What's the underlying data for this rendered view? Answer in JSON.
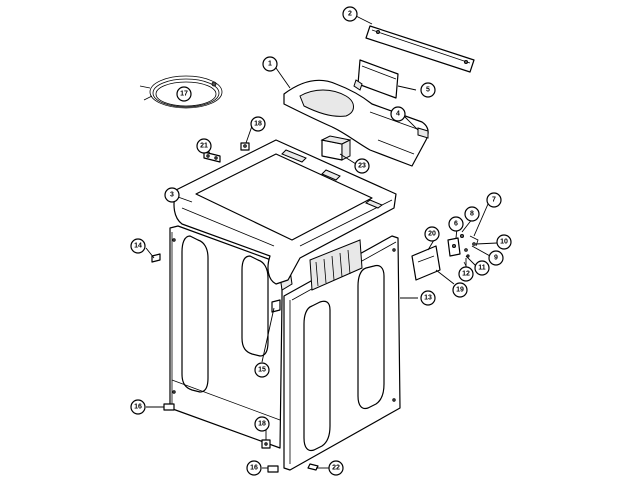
{
  "callouts": [
    {
      "id": "c1",
      "label": "1"
    },
    {
      "id": "c2",
      "label": "2"
    },
    {
      "id": "c3",
      "label": "3"
    },
    {
      "id": "c4",
      "label": "4"
    },
    {
      "id": "c5",
      "label": "5"
    },
    {
      "id": "c6",
      "label": "6"
    },
    {
      "id": "c7",
      "label": "7"
    },
    {
      "id": "c8",
      "label": "8"
    },
    {
      "id": "c9",
      "label": "9"
    },
    {
      "id": "c10",
      "label": "10"
    },
    {
      "id": "c11",
      "label": "11"
    },
    {
      "id": "c12",
      "label": "12"
    },
    {
      "id": "c13",
      "label": "13"
    },
    {
      "id": "c14",
      "label": "14"
    },
    {
      "id": "c15",
      "label": "15"
    },
    {
      "id": "c16a",
      "label": "16"
    },
    {
      "id": "c16b",
      "label": "16"
    },
    {
      "id": "c17",
      "label": "17"
    },
    {
      "id": "c18a",
      "label": "18"
    },
    {
      "id": "c18b",
      "label": "18"
    },
    {
      "id": "c19",
      "label": "19"
    },
    {
      "id": "c20",
      "label": "20"
    },
    {
      "id": "c21",
      "label": "21"
    },
    {
      "id": "c22",
      "label": "22"
    },
    {
      "id": "c23",
      "label": "23"
    }
  ]
}
